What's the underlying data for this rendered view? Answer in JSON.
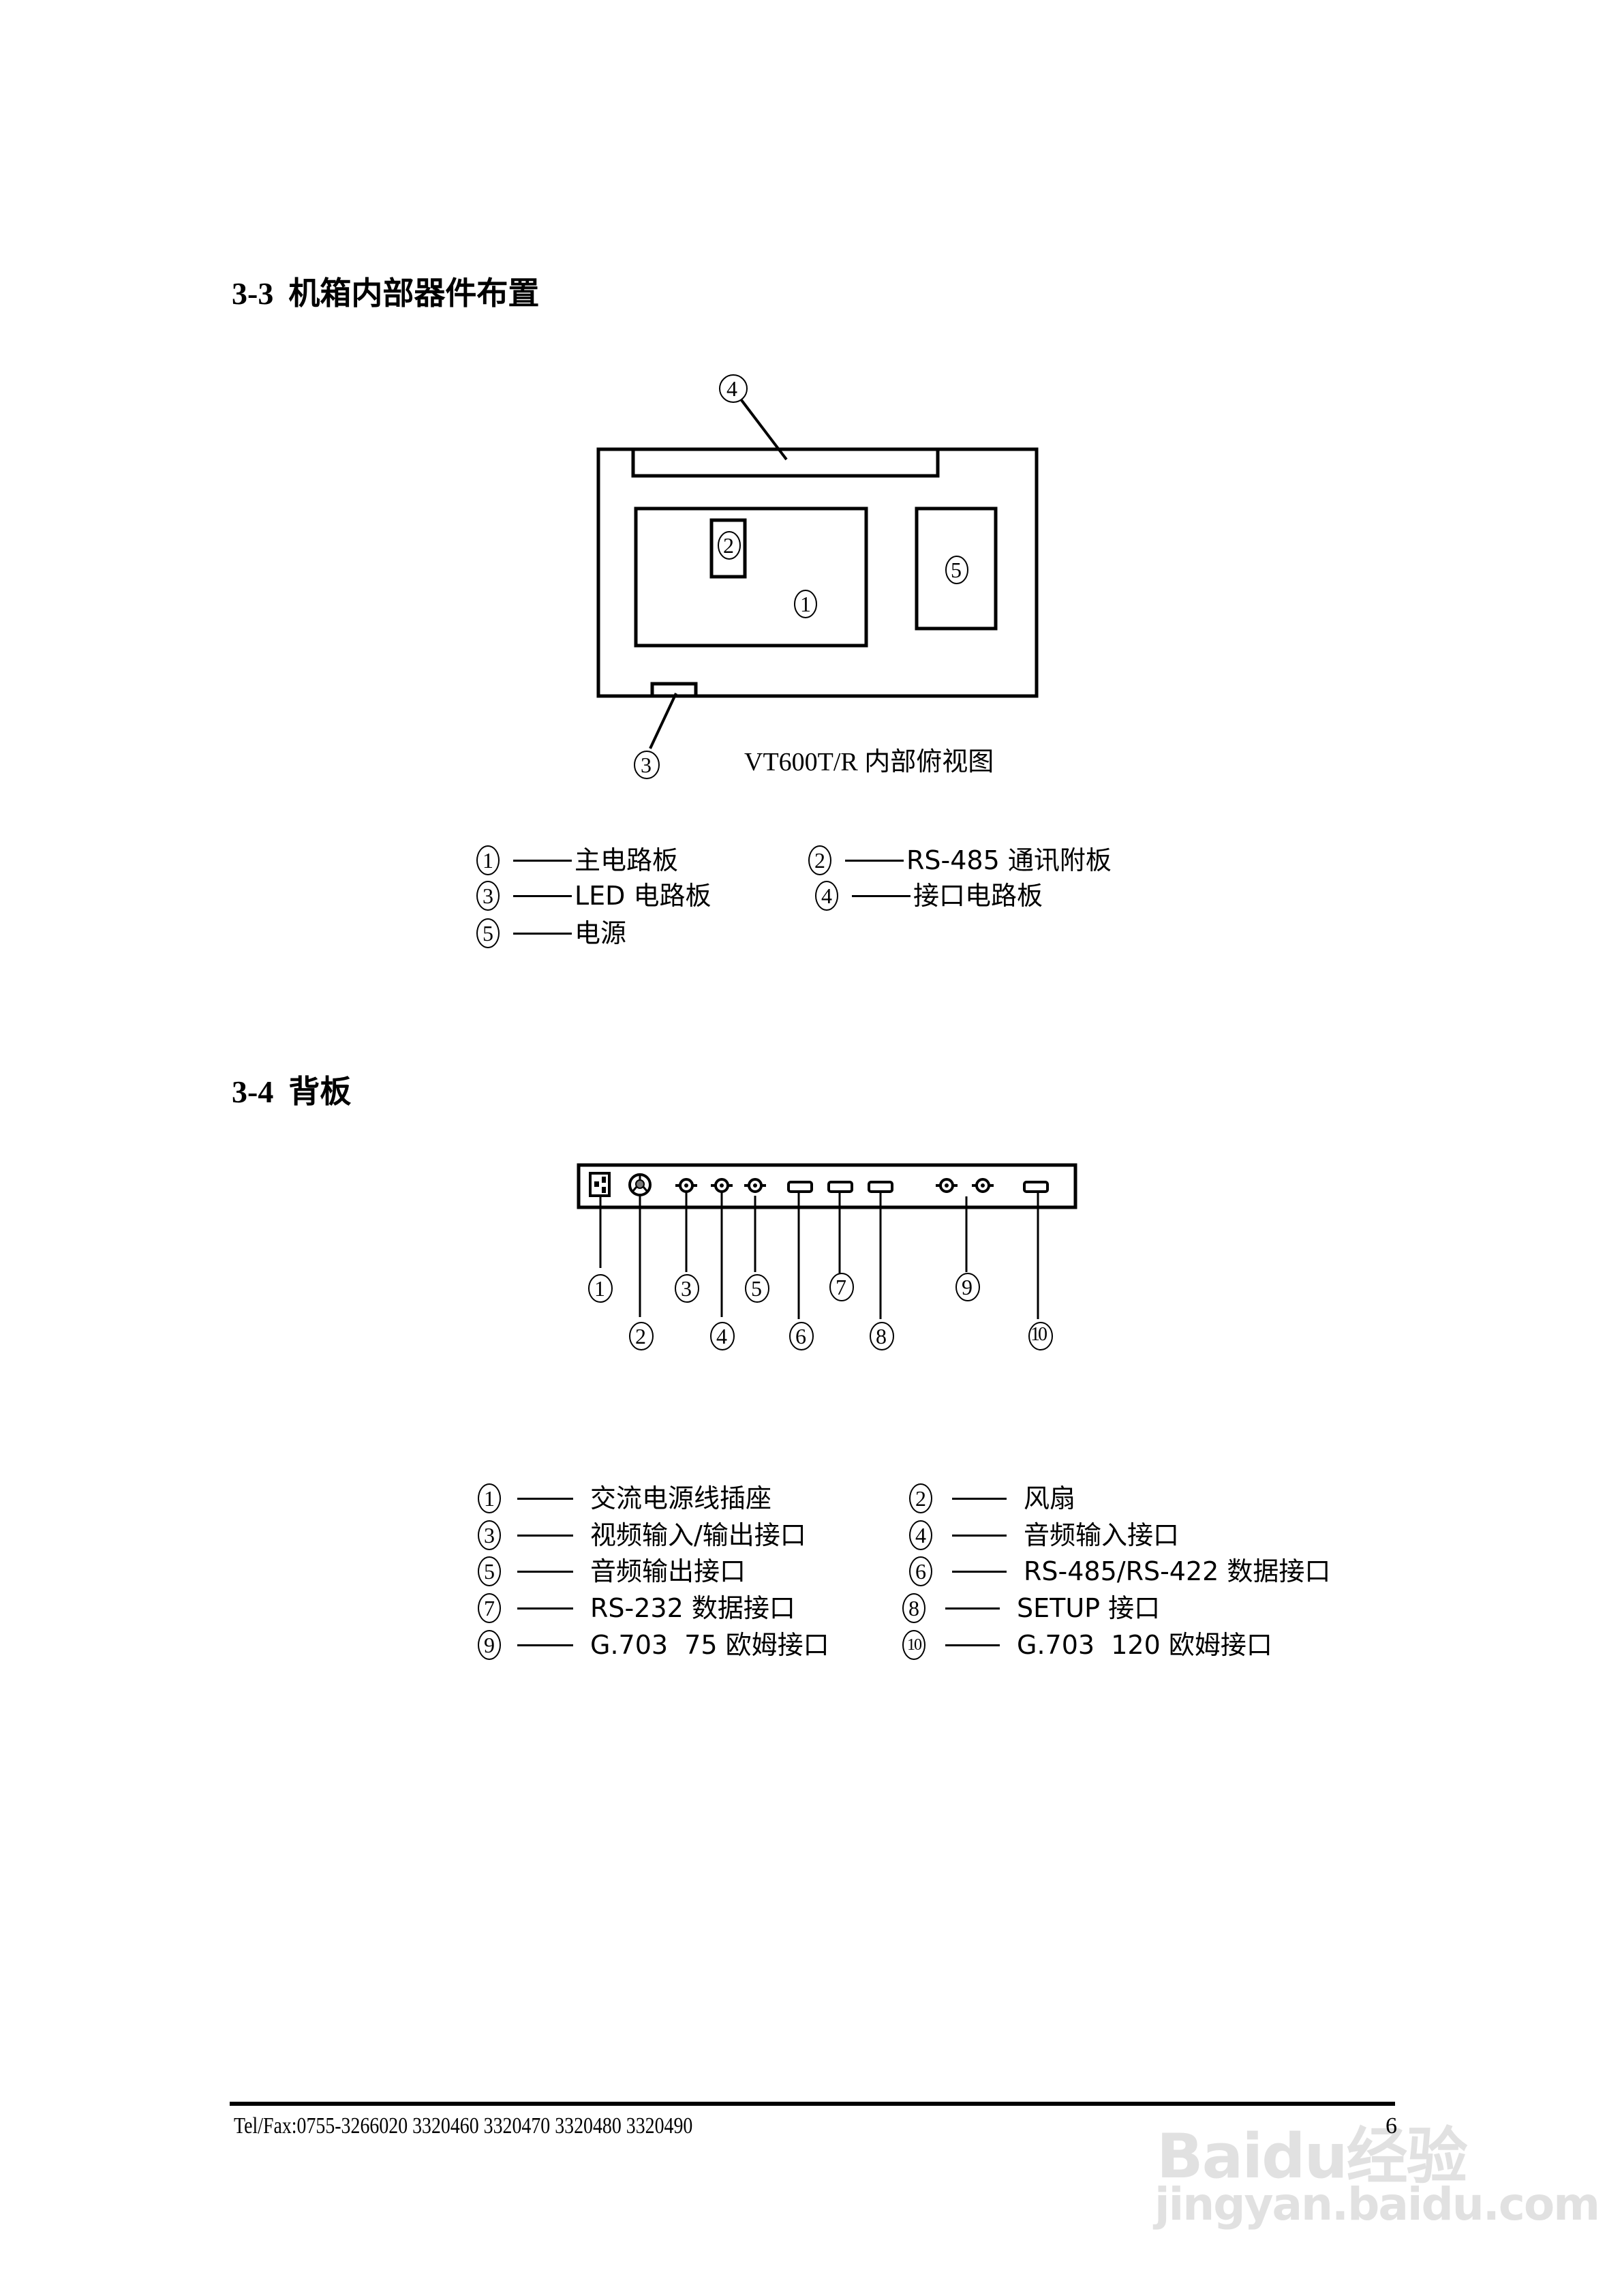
{
  "section_3_3": {
    "number": "3-3",
    "title": "机箱内部器件布置",
    "diagram": {
      "caption": "VT600T/R 内部俯视图",
      "callouts": [
        "①",
        "②",
        "③",
        "④",
        "⑤"
      ]
    },
    "legend": [
      {
        "mark": "①",
        "label": "主电路板"
      },
      {
        "mark": "②",
        "label": "RS-485 通讯附板"
      },
      {
        "mark": "③",
        "label": "LED 电路板"
      },
      {
        "mark": "④",
        "label": "接口电路板"
      },
      {
        "mark": "⑤",
        "label": "电源"
      }
    ]
  },
  "section_3_4": {
    "number": "3-4",
    "title": "背板",
    "diagram": {
      "callouts": [
        "①",
        "②",
        "③",
        "④",
        "⑤",
        "⑥",
        "⑦",
        "⑧",
        "⑨",
        "⑩"
      ]
    },
    "legend": [
      {
        "mark": "①",
        "label": "交流电源线插座"
      },
      {
        "mark": "②",
        "label": "风扇"
      },
      {
        "mark": "③",
        "label": "视频输入/输出接口"
      },
      {
        "mark": "④",
        "label": "音频输入接口"
      },
      {
        "mark": "⑤",
        "label": "音频输出接口"
      },
      {
        "mark": "⑥",
        "label": "RS-485/RS-422 数据接口"
      },
      {
        "mark": "⑦",
        "label": "RS-232 数据接口"
      },
      {
        "mark": "⑧",
        "label": "SETUP 接口"
      },
      {
        "mark": "⑨",
        "label": "G.703  75 欧姆接口"
      },
      {
        "mark": "⑩",
        "label": "G.703  120 欧姆接口"
      }
    ]
  },
  "footer": {
    "contact": "Tel/Fax:0755-3266020 3320460 3320470 3320480 3320490",
    "page_number": "6"
  },
  "watermark": {
    "logo": "Baidu经验",
    "url": "jingyan.baidu.com"
  }
}
